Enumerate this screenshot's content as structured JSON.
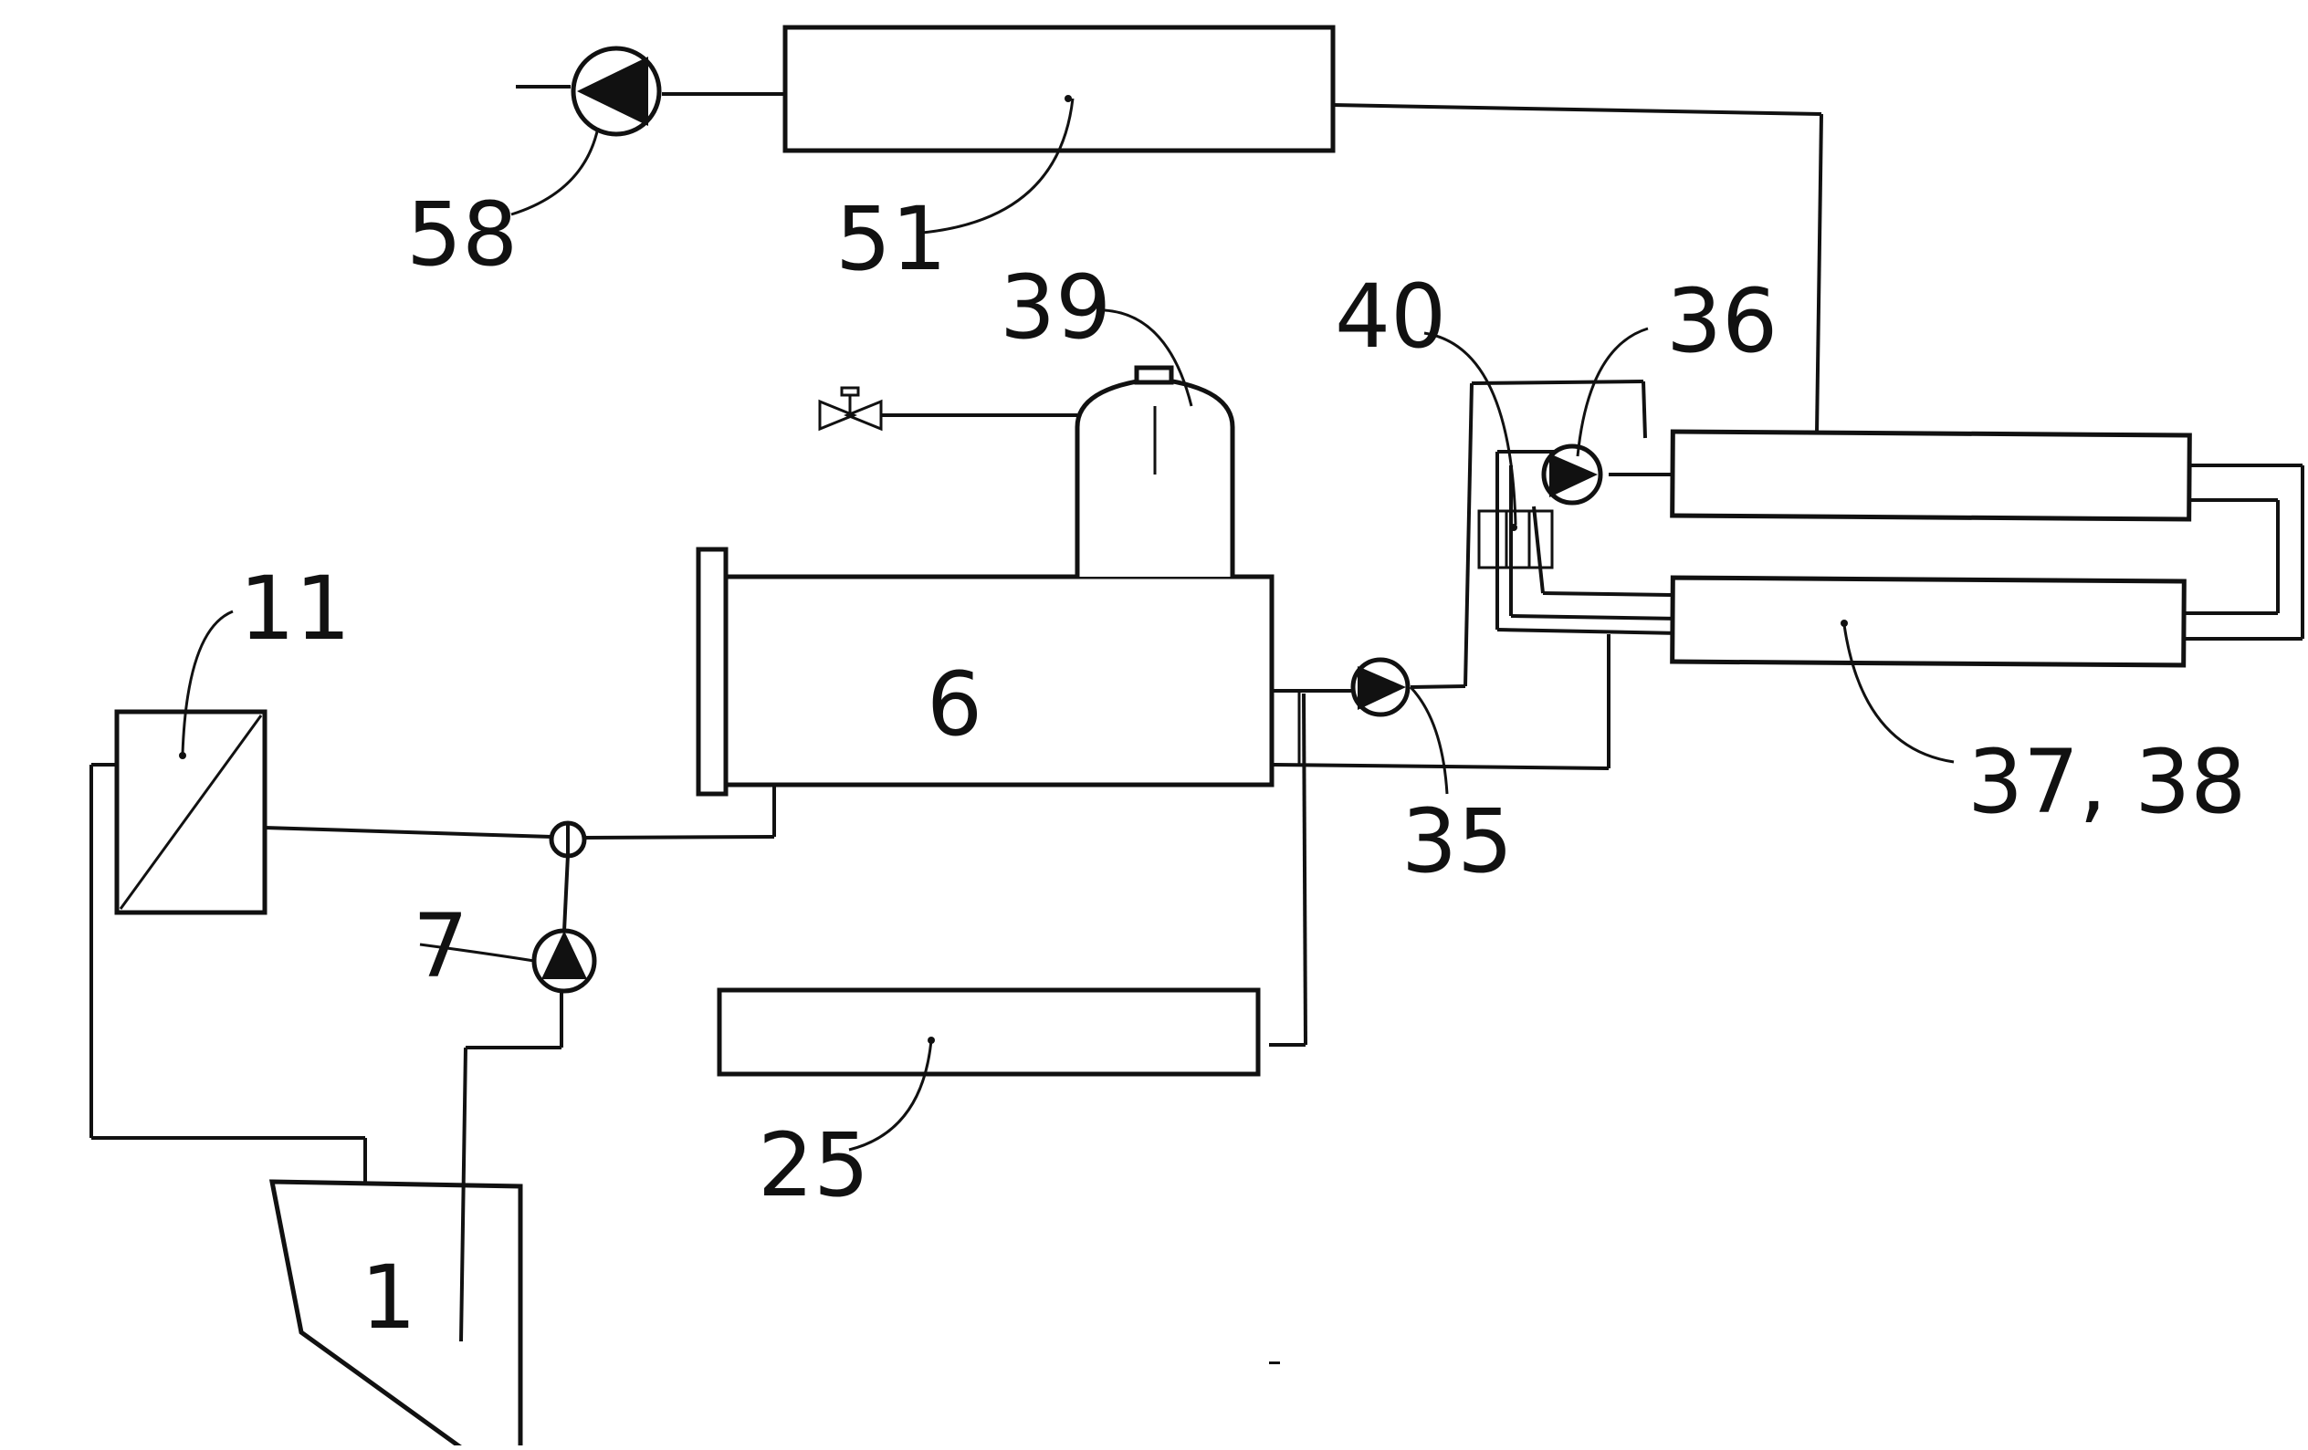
{
  "labels": {
    "tank": "1",
    "vessel": "6",
    "pump_feed": "7",
    "filter": "11",
    "unit_25": "25",
    "pump_35": "35",
    "pump_36": "36",
    "modules": "37, 38",
    "degasser": "39",
    "unit_40": "40",
    "unit_51": "51",
    "pump_58": "58"
  }
}
